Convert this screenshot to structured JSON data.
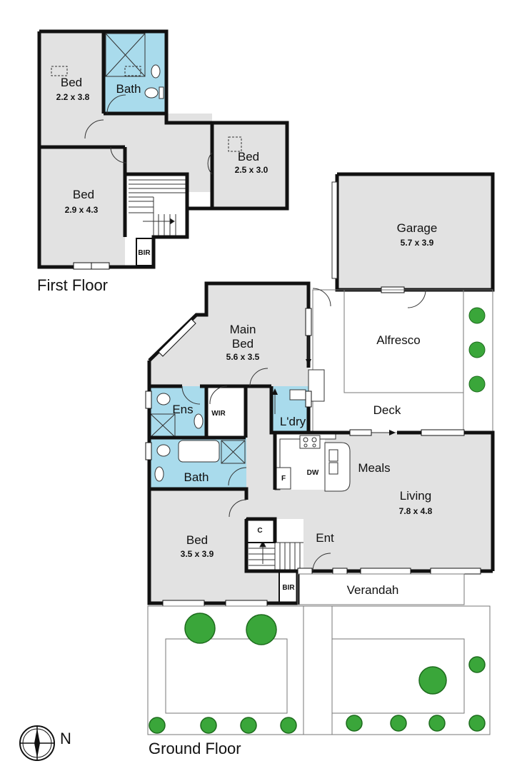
{
  "floors": {
    "first": {
      "title": "First Floor",
      "rooms": {
        "bed_1": {
          "name": "Bed",
          "dim": "2.2 x 3.8"
        },
        "bath": {
          "name": "Bath"
        },
        "bed_2": {
          "name": "Bed",
          "dim": "2.5 x 3.0"
        },
        "bed_3": {
          "name": "Bed",
          "dim": "2.9 x 4.3"
        },
        "bir": {
          "name": "BIR"
        }
      }
    },
    "ground": {
      "title": "Ground Floor",
      "rooms": {
        "garage": {
          "name": "Garage",
          "dim": "5.7 x 3.9"
        },
        "alfresco": {
          "name": "Alfresco"
        },
        "deck": {
          "name": "Deck"
        },
        "main_bed": {
          "name_line1": "Main",
          "name_line2": "Bed",
          "dim": "5.6 x 3.5"
        },
        "ens": {
          "name": "Ens"
        },
        "wir": {
          "name": "WIR"
        },
        "laundry": {
          "name": "L'dry"
        },
        "bath": {
          "name": "Bath"
        },
        "meals": {
          "name": "Meals"
        },
        "living": {
          "name": "Living",
          "dim": "7.8 x 4.8"
        },
        "dw": {
          "name": "DW"
        },
        "fridge": {
          "name": "F"
        },
        "bed": {
          "name": "Bed",
          "dim": "3.5 x 3.9"
        },
        "cupboard": {
          "name": "C"
        },
        "entry": {
          "name": "Ent"
        },
        "bir": {
          "name": "BIR"
        },
        "verandah": {
          "name": "Verandah"
        }
      }
    }
  },
  "compass": {
    "north_label": "N"
  },
  "colors": {
    "wall": "#111111",
    "room_fill": "#e2e2e2",
    "wet_fill": "#a9dbec",
    "plant": "#3aa63a"
  }
}
